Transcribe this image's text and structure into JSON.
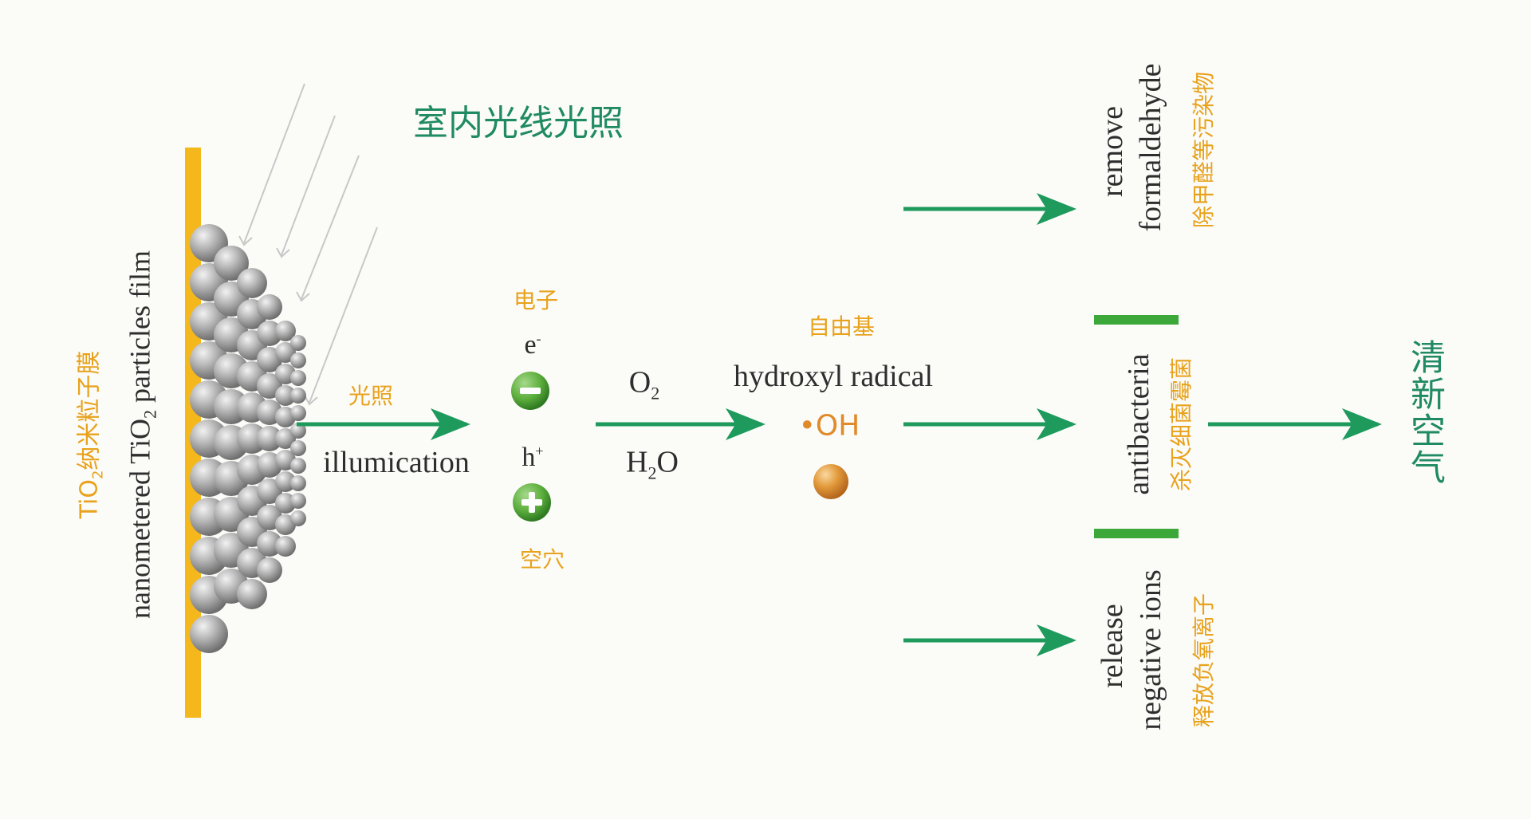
{
  "light_label_cn": "室内光线光照",
  "film": {
    "label_cn_prefix": "TiO",
    "label_cn_sub": "2",
    "label_cn_suffix": "纳米粒子膜",
    "label_en_prefix": "nanometered TiO",
    "label_en_sub": "2",
    "label_en_suffix": " particles film"
  },
  "illumination": {
    "label_cn": "光照",
    "label_en": "illumication"
  },
  "electron": {
    "label_cn": "电子",
    "symbol": "e",
    "symbol_sup": "-"
  },
  "hole": {
    "label_cn": "空穴",
    "symbol": "h",
    "symbol_sup": "+"
  },
  "reactants": {
    "o2_main": "O",
    "o2_sub": "2",
    "h2o_pre": "H",
    "h2o_sub": "2",
    "h2o_post": "O"
  },
  "radical": {
    "label_cn": "自由基",
    "label_en": "hydroxyl radical",
    "formula": "•OH"
  },
  "effects": [
    {
      "en_line1": "remove",
      "en_line2": "formaldehyde",
      "cn": "除甲醛等污染物"
    },
    {
      "en_line1": "antibacteria",
      "cn": "杀灭细菌霉菌"
    },
    {
      "en_line1": "release",
      "en_line2": "negative ions",
      "cn": "释放负氧离子"
    }
  ],
  "result_cn": "清新空气",
  "colors": {
    "film": "#f4b81c",
    "arrow": "#1e9a5c",
    "electron": "#5cae3c",
    "hole": "#5cae3c",
    "radical_dot": "#e08a2a",
    "orange_text": "#e8a21c",
    "green_text": "#1f8a63"
  },
  "icons": {
    "electron": "minus-circle-icon",
    "hole": "plus-circle-icon",
    "arrow": "arrow-right-icon"
  }
}
